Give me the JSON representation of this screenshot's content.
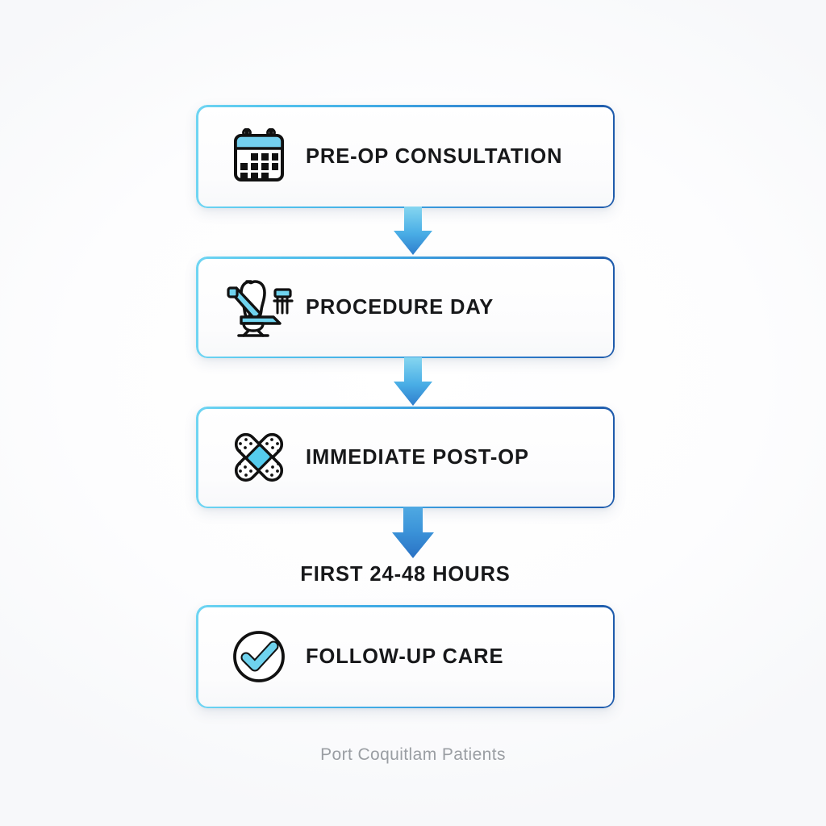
{
  "diagram": {
    "title_hidden": "",
    "colors": {
      "border_gradient_start": "#6fd5f2",
      "border_gradient_end": "#1f5bab",
      "arrow_gradient_start": "#7fd4f0",
      "arrow_gradient_end": "#2f7ecd",
      "icon_accent_cyan": "#6fd3ee",
      "label_text": "#17181a",
      "footer_text": "#9a9ea3",
      "background": "#ffffff"
    },
    "steps": [
      {
        "label": "PRE-OP CONSULTATION",
        "icon": "calendar-icon",
        "boxed": true
      },
      {
        "label": "PROCEDURE DAY",
        "icon": "dental-chair-icon",
        "boxed": true
      },
      {
        "label": "IMMEDIATE POST-OP",
        "icon": "crossed-bandages-icon",
        "boxed": true
      },
      {
        "label": "FIRST 24-48 HOURS",
        "icon": "none",
        "boxed": false
      },
      {
        "label": "FOLLOW-UP CARE",
        "icon": "check-circle-icon",
        "boxed": true
      }
    ],
    "connectors": [
      {
        "name": "arrow-down-1",
        "direction": "down"
      },
      {
        "name": "arrow-down-2",
        "direction": "down"
      },
      {
        "name": "arrow-down-3",
        "direction": "down"
      }
    ],
    "footer": {
      "caption": "Port Coquitlam Patients"
    }
  }
}
